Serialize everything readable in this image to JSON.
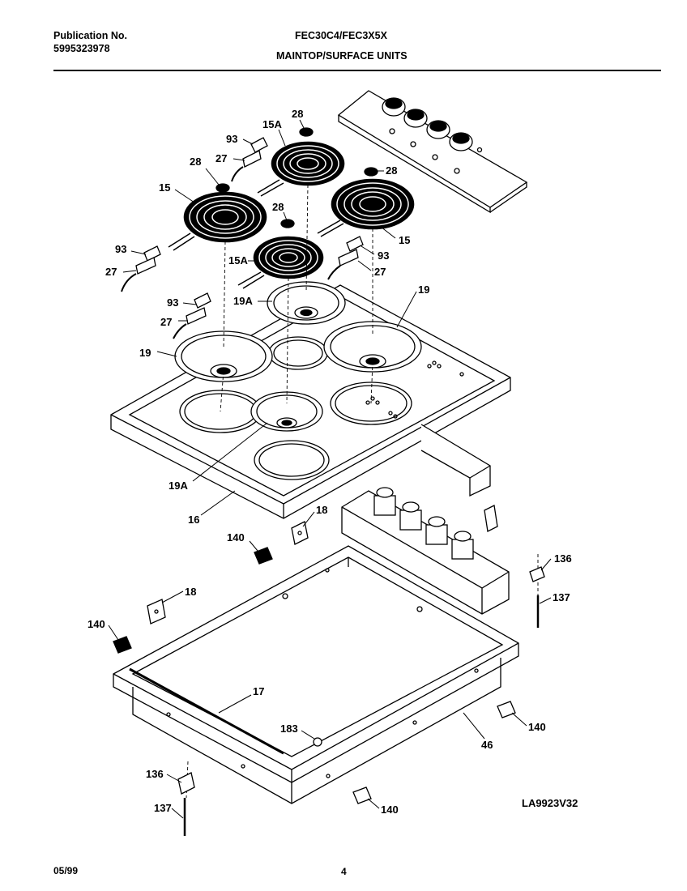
{
  "header": {
    "publication_label": "Publication No.",
    "publication_number": "5995323978",
    "model": "FEC30C4/FEC3X5X",
    "section_title": "MAINTOP/SURFACE UNITS"
  },
  "footer": {
    "date": "05/99",
    "page_number": "4",
    "drawing_code": "LA9923V32"
  },
  "callouts": {
    "c28a": "28",
    "c15A_top": "15A",
    "c93_top": "93",
    "c27_top": "27",
    "c28b": "28",
    "c28c": "28",
    "c15_left": "15",
    "c28d": "28",
    "c15_right": "15",
    "c93_left": "93",
    "c27_left": "27",
    "c15A_mid": "15A",
    "c93_right": "93",
    "c27_right": "27",
    "c19_top": "19",
    "c19A_top": "19A",
    "c93_low": "93",
    "c27_low": "27",
    "c19_left": "19",
    "c19A_bottom": "19A",
    "c16": "16",
    "c18_top": "18",
    "c140_top": "140",
    "c136_right": "136",
    "c137_right": "137",
    "c18_left": "18",
    "c140_left": "140",
    "c17": "17",
    "c183": "183",
    "c140_right": "140",
    "c46": "46",
    "c136_left": "136",
    "c137_left": "137",
    "c140_bottom": "140"
  }
}
